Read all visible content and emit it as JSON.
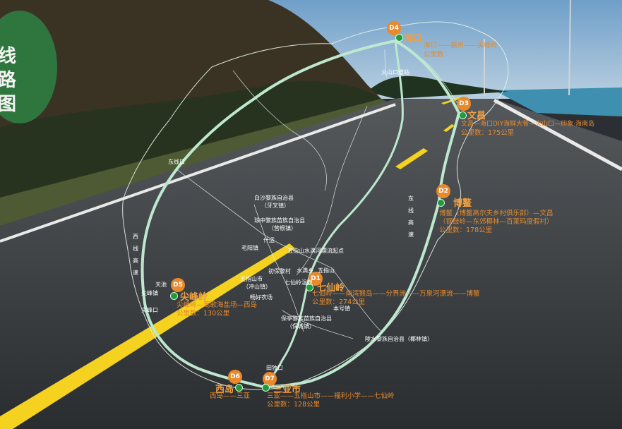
{
  "badge": {
    "title": "线路图"
  },
  "colors": {
    "route": "#bde8cf",
    "accent": "#e8892b",
    "node": "#1f9a3c",
    "badge": "#2f7a40"
  },
  "stops": [
    {
      "id": "d1",
      "pin": "D1",
      "name": "七仙岭",
      "route": "七仙岭——南湾猴岛——分界洲——万泉河漂流——博鳌",
      "dist": "公里数：274公里"
    },
    {
      "id": "d2",
      "pin": "D2",
      "name": "博鳌",
      "route": "博鳌（博鳌高尔夫乡村俱乐部）—文昌",
      "route2": "（铜鼓岭—东郊椰林—百莱玛度假村）",
      "dist": "公里数：178公里"
    },
    {
      "id": "d3",
      "pin": "D3",
      "name": "文昌",
      "route": "文昌—海口DIY海鲜大餐—火山口—印象·海南岛",
      "dist": "公里数：175公里"
    },
    {
      "id": "d4",
      "pin": "D4",
      "name": "海口",
      "route": "海口——儋州——尖峰岭",
      "dist": "公里数："
    },
    {
      "id": "d5",
      "pin": "D5",
      "name": "尖峰岭",
      "route": "尖峰岭—莺歌海盐场—西岛",
      "dist": "公里数：130公里"
    },
    {
      "id": "d6",
      "pin": "D6",
      "name": "西岛",
      "route": "西岛——三亚"
    },
    {
      "id": "d7",
      "pin": "D7",
      "name": "三亚市",
      "route": "三亚——五指山市——福利小学——七仙岭",
      "dist": "公里数：128公里"
    }
  ],
  "places": {
    "baisha": "白沙黎族自治县",
    "baisha2": "（牙叉镇）",
    "qiongzhong": "琼中黎族苗族自治县",
    "qiongzhong2": "（营根镇）",
    "shiyun": "什运",
    "maoyang": "毛阳镇",
    "wuzhishan_river": "五指山水满河漂流起点",
    "chubaoli": "初保黎村",
    "shuiman": "水满乡",
    "wuzhishan_peak": "五指山",
    "wzs_city": "五指山市",
    "wzs_city2": "（冲山镇）",
    "qixian_spa": "七仙岭温泉",
    "yihao": "畅好农场",
    "baoting": "保亭黎族苗族自治县",
    "baoting2": "（保城镇）",
    "benhao": "本号镇",
    "lingshui": "陵水黎族自治县（椰林镇）",
    "tiandu": "田独口",
    "tianchi": "天池",
    "jianfeng_town": "尖峰镇",
    "jianfeng_kou": "尖峰口",
    "volcano": "火山口道站",
    "haikou_junction": "东线口"
  },
  "highways": {
    "west": "西线高速",
    "east": "东线高速"
  }
}
